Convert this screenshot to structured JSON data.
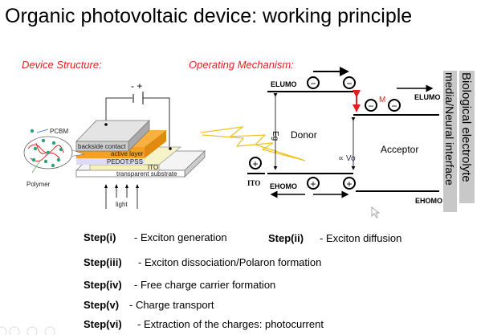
{
  "slide": {
    "title": "Organic photovoltaic device: working principle",
    "device_section": {
      "heading": "Device Structure:",
      "battery_sign": "-  +",
      "layers": {
        "backside_contact": "backside contact",
        "active_layer": "active layer",
        "pedot": "PEDOT:PSS",
        "ito": "ITO",
        "substrate": "transparent substrate"
      },
      "pcbm_label": "PCBM",
      "polymer_label": "Polymer",
      "light_label": "light"
    },
    "mechanism_section": {
      "heading": "Operating Mechanism:",
      "e_lumo": "ELUMO",
      "e_homo": "EHOMO",
      "acceptor_e_lumo": "ELUMO",
      "acceptor_e_homo": "EHOMO",
      "minus": "−",
      "plus": "+",
      "m_label": "M",
      "eg_label": "Eg",
      "donor_label": "Donor",
      "acceptor_label": "Acceptor",
      "voc_label": "∝ Vo",
      "ito_label": "ITO",
      "interface_label": "media/Neural interface",
      "electrolyte_label": "Biological electrolyte"
    },
    "steps": [
      {
        "label": "Step(i)",
        "text": "- Exciton generation"
      },
      {
        "label": "Step(ii)",
        "text": "- Exciton diffusion"
      },
      {
        "label": "Step(iii)",
        "text": "- Exciton dissociation/Polaron formation"
      },
      {
        "label": "Step(iv)",
        "text": "- Free charge carrier formation"
      },
      {
        "label": "Step(v)",
        "text": "- Charge transport"
      },
      {
        "label": "Step(vi)",
        "text": "- Extraction of the charges: photocurrent"
      }
    ],
    "colors": {
      "accent_red": "#e02020",
      "active_layer": "#f4a020",
      "lightning": "#f0c020"
    }
  }
}
